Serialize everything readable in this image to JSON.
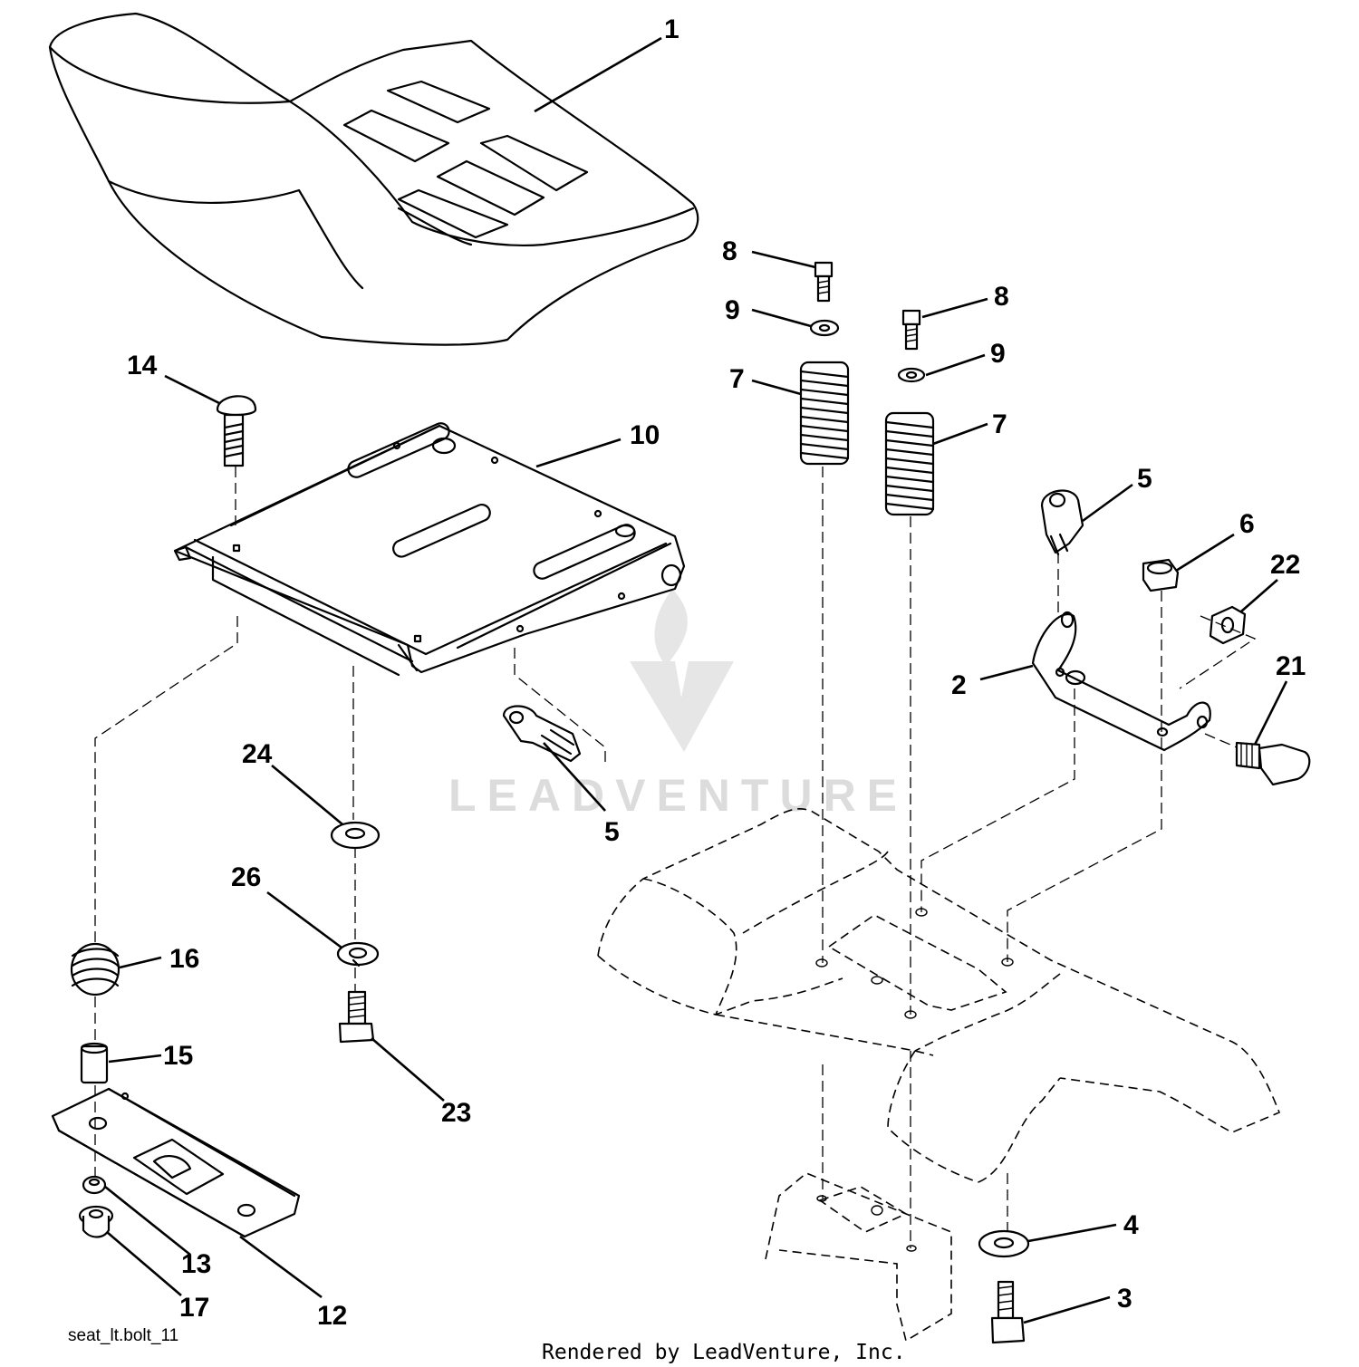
{
  "diagram": {
    "drawing_code": "seat_lt.bolt_11",
    "credit": "Rendered by LeadVenture, Inc.",
    "watermark": "LEADVENTURE"
  },
  "callouts": [
    {
      "id": "c1",
      "label": "1"
    },
    {
      "id": "c8a",
      "label": "8"
    },
    {
      "id": "c8b",
      "label": "8"
    },
    {
      "id": "c9a",
      "label": "9"
    },
    {
      "id": "c9b",
      "label": "9"
    },
    {
      "id": "c7a",
      "label": "7"
    },
    {
      "id": "c7b",
      "label": "7"
    },
    {
      "id": "c14",
      "label": "14"
    },
    {
      "id": "c10",
      "label": "10"
    },
    {
      "id": "c5a",
      "label": "5"
    },
    {
      "id": "c6",
      "label": "6"
    },
    {
      "id": "c22",
      "label": "22"
    },
    {
      "id": "c2",
      "label": "2"
    },
    {
      "id": "c21",
      "label": "21"
    },
    {
      "id": "c24",
      "label": "24"
    },
    {
      "id": "c5b",
      "label": "5"
    },
    {
      "id": "c26",
      "label": "26"
    },
    {
      "id": "c16",
      "label": "16"
    },
    {
      "id": "c15",
      "label": "15"
    },
    {
      "id": "c23",
      "label": "23"
    },
    {
      "id": "c13",
      "label": "13"
    },
    {
      "id": "c17",
      "label": "17"
    },
    {
      "id": "c12",
      "label": "12"
    },
    {
      "id": "c4",
      "label": "4"
    },
    {
      "id": "c3",
      "label": "3"
    }
  ]
}
